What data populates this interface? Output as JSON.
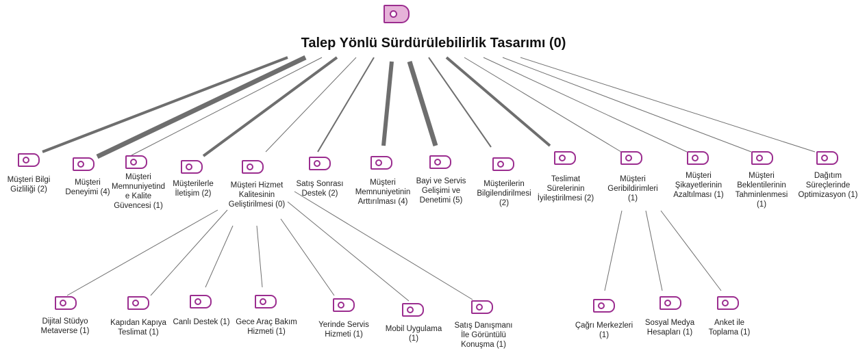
{
  "root": {
    "title": "Talep Yönlü Sürdürülebilirlik Tasarımı (0)",
    "icon": "tag-icon",
    "accent": "#9b2d8f",
    "root_fill": "#e6b3d9"
  },
  "nodes": [
    {
      "id": "n1",
      "label": "Müşteri Bilgi\nGizliliği (2)"
    },
    {
      "id": "n2",
      "label": "Müşteri\nDeneyimi  (4)"
    },
    {
      "id": "n3",
      "label": "Müşteri\nMemnuniyetind\ne Kalite\nGüvencesi (1)"
    },
    {
      "id": "n4",
      "label": "Müşterilerle\nİletişim (2)"
    },
    {
      "id": "n5",
      "label": "Müşteri Hizmet\nKalitesinin\nGeliştirilmesi (0)"
    },
    {
      "id": "n6",
      "label": "Satış Sonrası\nDestek (2)"
    },
    {
      "id": "n7",
      "label": "Müşteri\nMemnuniyetinin\nArttırılması (4)"
    },
    {
      "id": "n8",
      "label": "Bayi ve Servis\nGelişimi ve\nDenetimi (5)"
    },
    {
      "id": "n9",
      "label": "Müşterilerin\nBilgilendirilmesi\n(2)"
    },
    {
      "id": "n10",
      "label": "Teslimat\nSürelerinin\nİyileştirilmesi (2)"
    },
    {
      "id": "n11",
      "label": "Müşteri\nGeribildirimleri\n(1)"
    },
    {
      "id": "n12",
      "label": "Müşteri\nŞikayetlerinin\nAzaltılması (1)"
    },
    {
      "id": "n13",
      "label": "Müşteri\nBeklentilerinin\nTahminlenmesi\n(1)"
    },
    {
      "id": "n14",
      "label": "Dağıtım\nSüreçlerinde\nOptimizasyon (1)"
    },
    {
      "id": "c1",
      "label": "Dijital Stüdyo\nMetaverse (1)"
    },
    {
      "id": "c2",
      "label": "Kapıdan Kapıya\nTeslimat (1)"
    },
    {
      "id": "c3",
      "label": "Canlı Destek (1)"
    },
    {
      "id": "c4",
      "label": "Gece Araç Bakım\nHizmeti (1)"
    },
    {
      "id": "c5",
      "label": "Yerinde Servis\nHizmeti (1)"
    },
    {
      "id": "c6",
      "label": "Mobil Uygulama\n(1)"
    },
    {
      "id": "c7",
      "label": "Satış Danışmanı\nİle Görüntülü\nKonuşma (1)"
    },
    {
      "id": "c8",
      "label": "Çağrı Merkezleri\n(1)"
    },
    {
      "id": "c9",
      "label": "Sosyal Medya\nHesapları (1)"
    },
    {
      "id": "c10",
      "label": "Anket ile\nToplama (1)"
    }
  ]
}
